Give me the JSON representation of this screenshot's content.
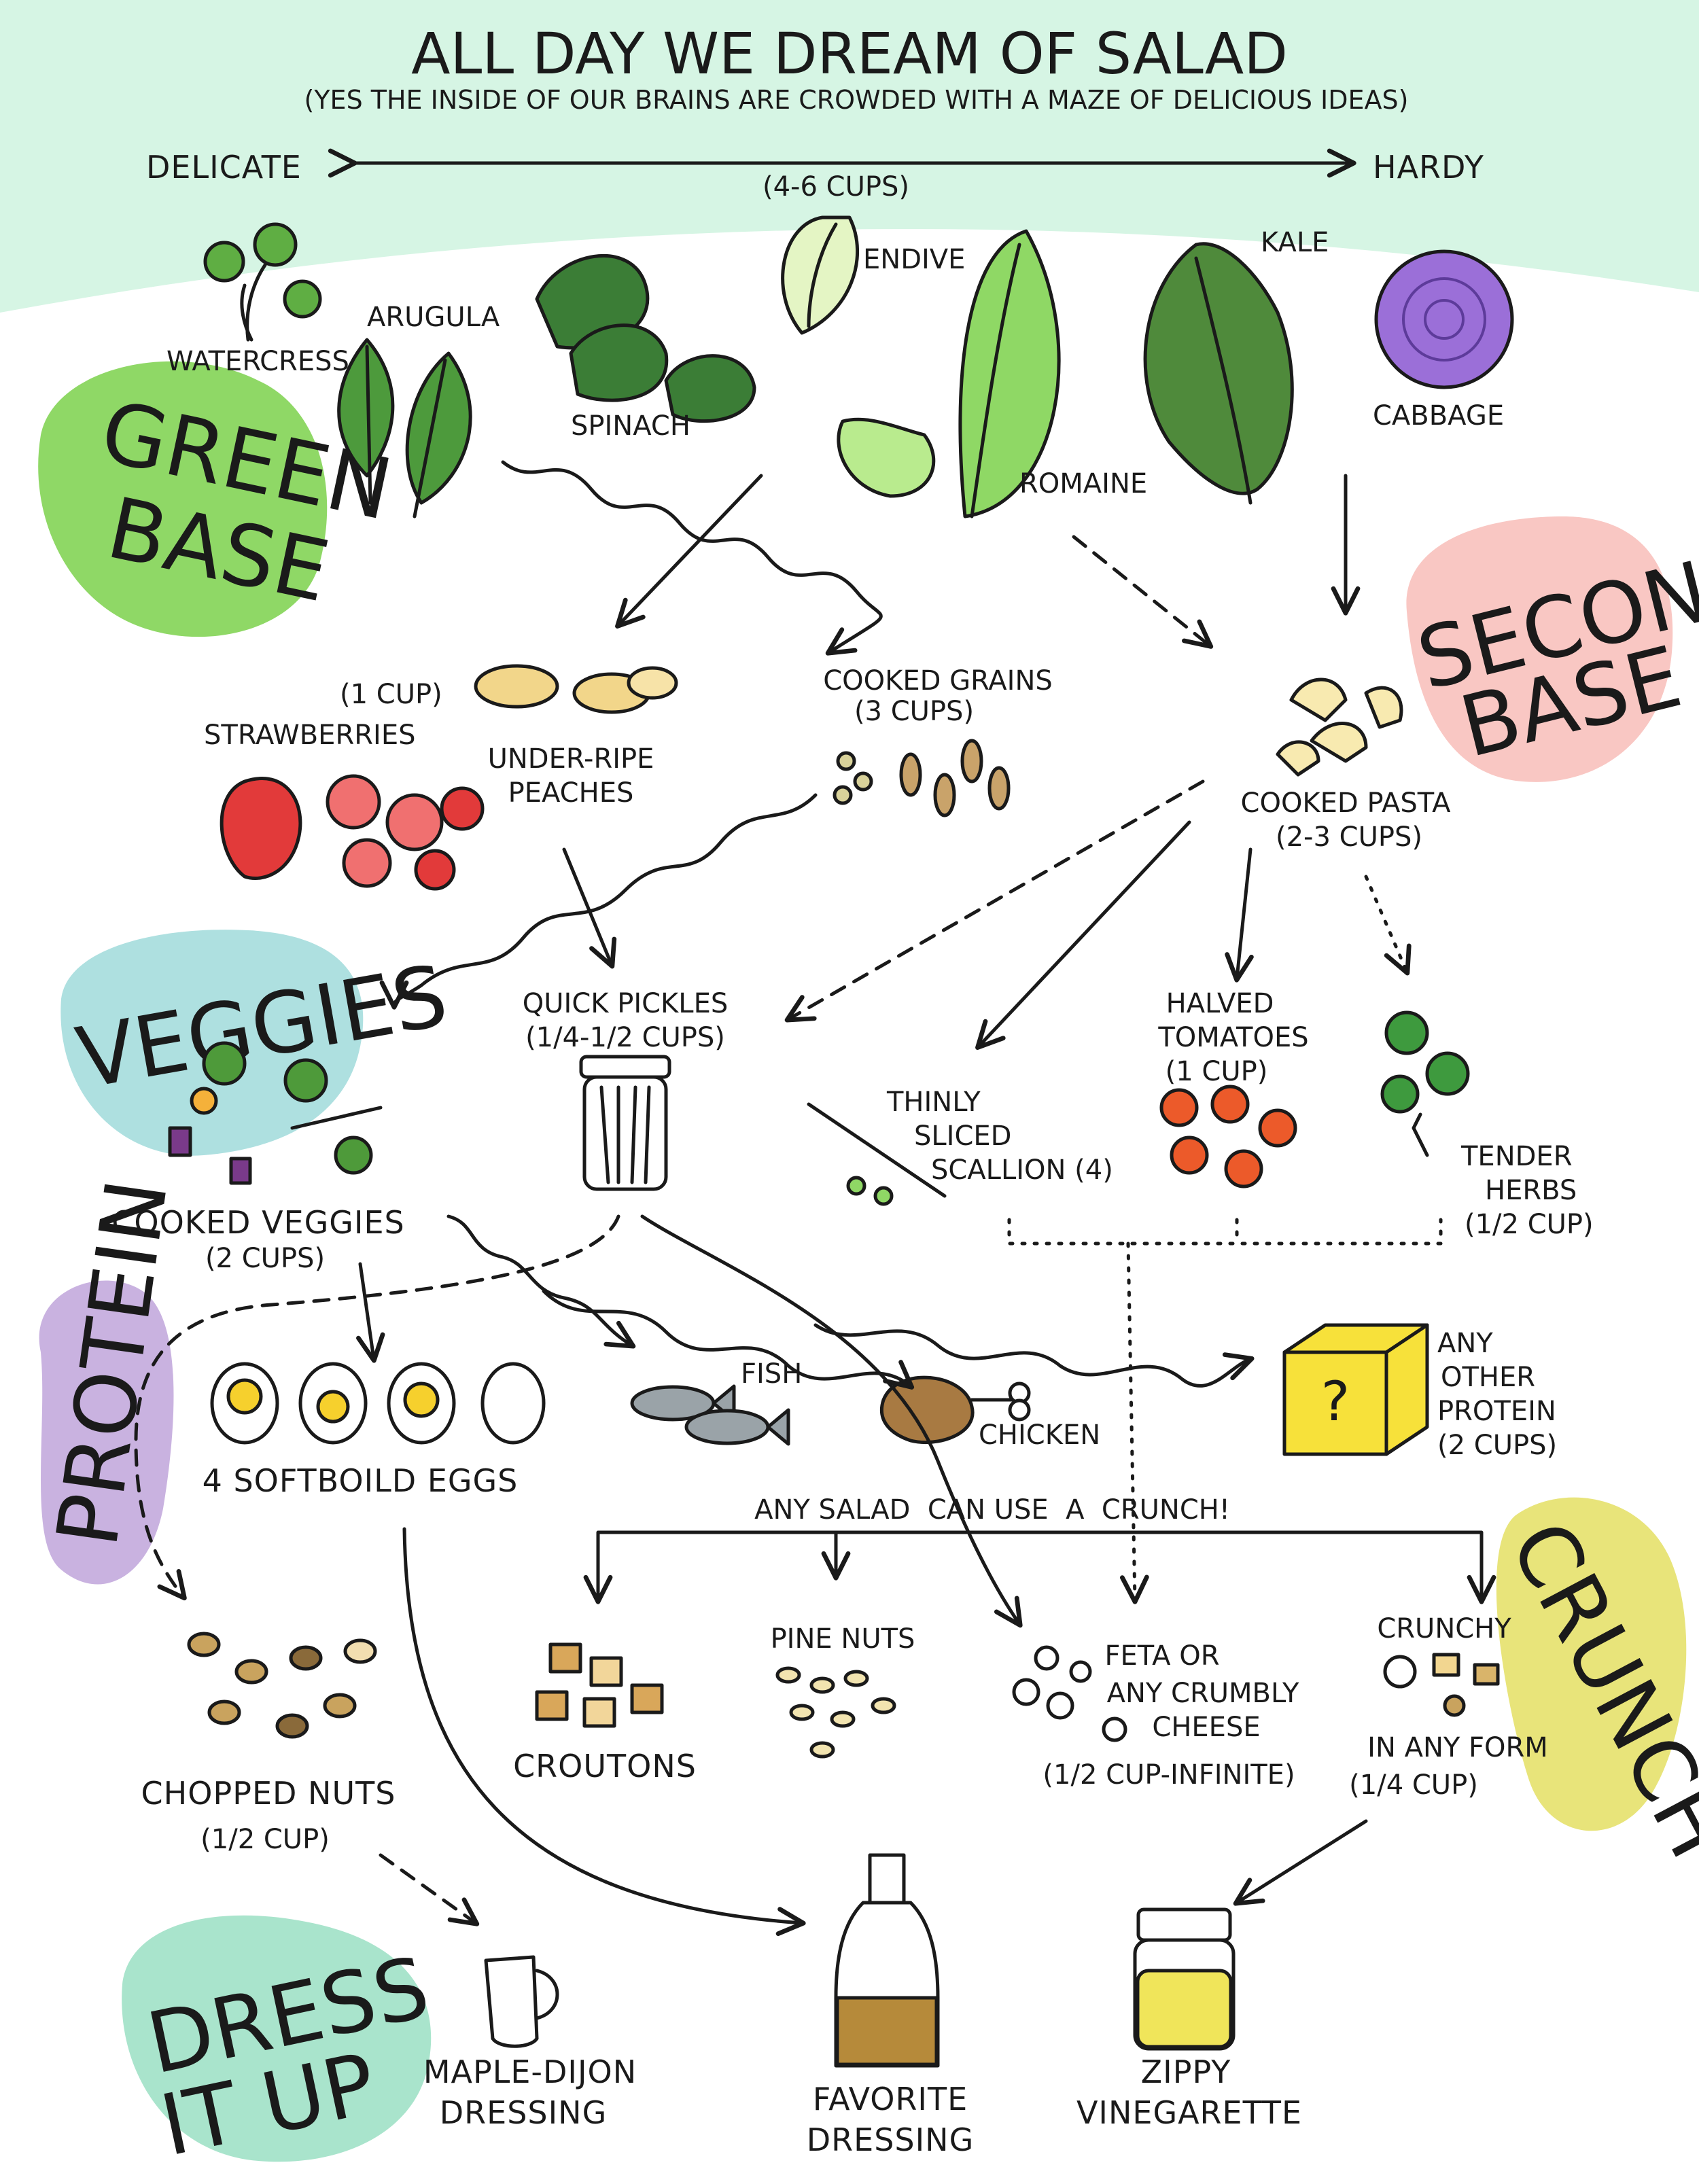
{
  "title": "ALL DAY WE DREAM OF SALAD",
  "subtitle": "(YES THE INSIDE OF OUR BRAINS ARE CROWDED WITH A MAZE OF DELICIOUS IDEAS)",
  "scale": {
    "left": "DELICATE",
    "right": "HARDY",
    "amount": "(4-6 CUPS)"
  },
  "sections": {
    "green_base": {
      "line1": "GREEN",
      "line2": "BASE",
      "color": "#8fd866"
    },
    "second_base": {
      "line1": "SECOND",
      "line2": "BASE",
      "color": "#f9c7c3"
    },
    "veggies": {
      "line1": "VEGGIES",
      "color": "#aee0e0"
    },
    "protein": {
      "line1": "PROTEIN",
      "color": "#c9b2e0"
    },
    "crunch": {
      "line1": "CRUNCH",
      "color": "#e8e47a"
    },
    "dress": {
      "line1": "DRESS",
      "line2": "IT UP",
      "color": "#a9e4cc"
    }
  },
  "greens": {
    "watercress": "WATERCRESS",
    "arugula": "ARUGULA",
    "spinach": "SPINACH",
    "endive": "ENDIVE",
    "romaine": "ROMAINE",
    "kale": "KALE",
    "cabbage": "CABBAGE"
  },
  "fruits": {
    "strawberries": "STRAWBERRIES",
    "strawberries_amount": "(1 CUP)",
    "peaches_line1": "UNDER-RIPE",
    "peaches_line2": "PEACHES"
  },
  "grains": {
    "label": "COOKED GRAINS",
    "amount": "(3 CUPS)"
  },
  "pasta": {
    "label": "COOKED PASTA",
    "amount": "(2-3 CUPS)"
  },
  "veg": {
    "cooked_label": "COOKED VEGGIES",
    "cooked_amount": "(2 CUPS)",
    "pickles_label": "QUICK PICKLES",
    "pickles_amount": "(1/4-1/2 CUPS)",
    "scallion_line1": "THINLY",
    "scallion_line2": "SLICED",
    "scallion_line3": "SCALLION (4)",
    "tomatoes_line1": "HALVED",
    "tomatoes_line2": "TOMATOES",
    "tomatoes_amount": "(1 CUP)",
    "herbs_line1": "TENDER",
    "herbs_line2": "HERBS",
    "herbs_amount": "(1/2 CUP)"
  },
  "proteins": {
    "eggs": "4 SOFTBOILD EGGS",
    "fish": "FISH",
    "chicken": "CHICKEN",
    "other_line1": "ANY",
    "other_line2": "OTHER",
    "other_line3": "PROTEIN",
    "other_amount": "(2 CUPS)",
    "mystery_mark": "?"
  },
  "crunch_items": {
    "banner": "ANY SALAD  CAN USE  A  CRUNCH!",
    "nuts_label": "CHOPPED NUTS",
    "nuts_amount": "(1/2 CUP)",
    "croutons": "CROUTONS",
    "pine_nuts": "PINE NUTS",
    "feta_line1": "FETA OR",
    "feta_line2": "ANY CRUMBLY",
    "feta_line3": "CHEESE",
    "feta_amount": "(1/2 CUP-INFINITE)",
    "crunchy_line1": "CRUNCHY",
    "crunchy_line2": "IN ANY FORM",
    "crunchy_amount": "(1/4 CUP)"
  },
  "dressings": {
    "maple_line1": "MAPLE-DIJON",
    "maple_line2": "DRESSING",
    "favorite_line1": "FAVORITE",
    "favorite_line2": "DRESSING",
    "zippy_line1": "ZIPPY",
    "zippy_line2": "VINEGARETTE"
  },
  "colors": {
    "mint_sky": "#d6f5e4",
    "leaf_dark": "#3c7d3a",
    "leaf_light": "#8fd865",
    "kale": "#4f8a3b",
    "cabbage": "#9b6fd8",
    "strawberry": "#e23a3a",
    "peach": "#f2d68a",
    "tomato": "#ec5a2a",
    "egg_yolk": "#f6d02d",
    "fish": "#9aa3a8",
    "chicken": "#a87a42",
    "box": "#f7e13a",
    "nut": "#c9a35e",
    "dressing": "#b68a3a",
    "vinaigrette": "#f0e55a"
  }
}
